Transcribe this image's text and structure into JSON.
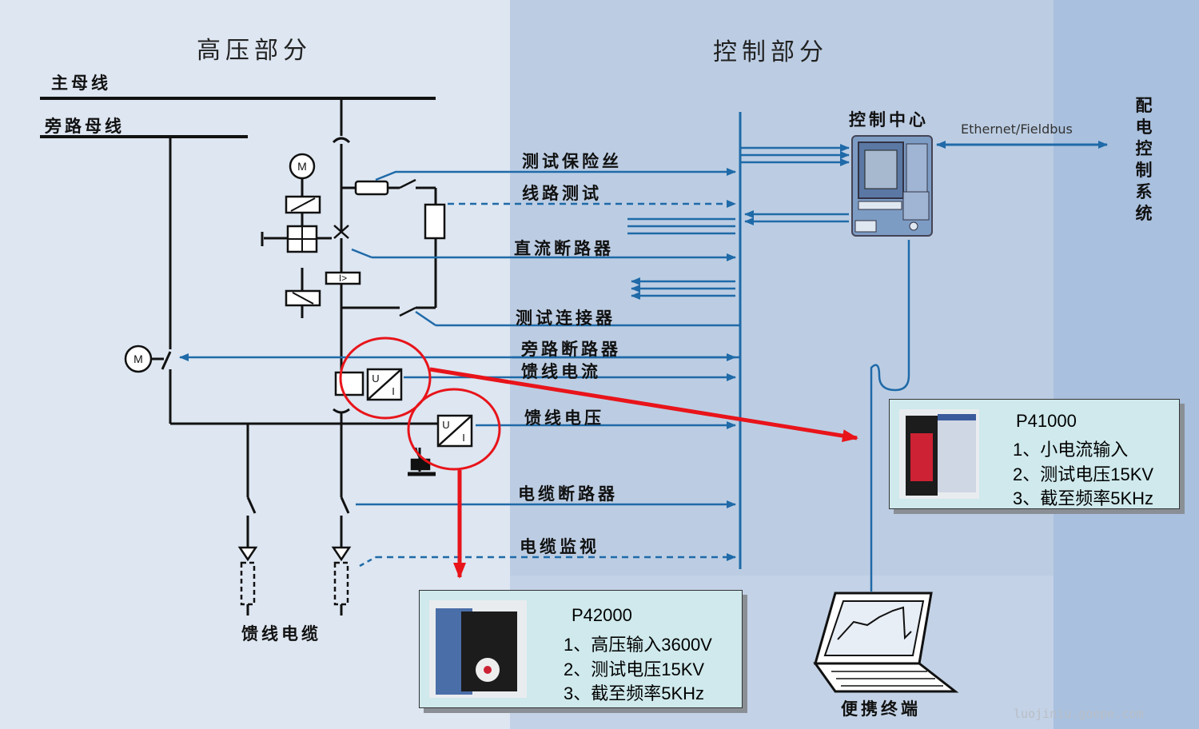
{
  "sections": {
    "high_voltage": "高压部分",
    "control": "控制部分",
    "distribution": "配电控制系统"
  },
  "busbars": {
    "main": "主母线",
    "bypass": "旁路母线"
  },
  "signals": [
    "测试保险丝",
    "线路测试",
    "直流断路器",
    "测试连接器",
    "旁路断路器",
    "馈线电流",
    "馈线电压",
    "电缆断路器",
    "电缆监视"
  ],
  "control_center": "控制中心",
  "network": "Ethernet/Fieldbus",
  "feeder_cable": "馈线电缆",
  "portable_terminal": "便携终端",
  "transducer_symbol": {
    "u": "U",
    "i": "I",
    "motor": "M"
  },
  "products": {
    "p41000": {
      "model": "P41000",
      "features": [
        "1、小电流输入",
        "2、测试电压15KV",
        "3、截至频率5KHz"
      ]
    },
    "p42000": {
      "model": "P42000",
      "features": [
        "1、高压输入3600V",
        "2、测试电压15KV",
        "3、截至频率5KHz"
      ]
    }
  },
  "watermark": "luojiniu.goepe.com",
  "colors": {
    "line": "#1f6aa8",
    "highlight": "#e8141a",
    "ink": "#111111"
  }
}
